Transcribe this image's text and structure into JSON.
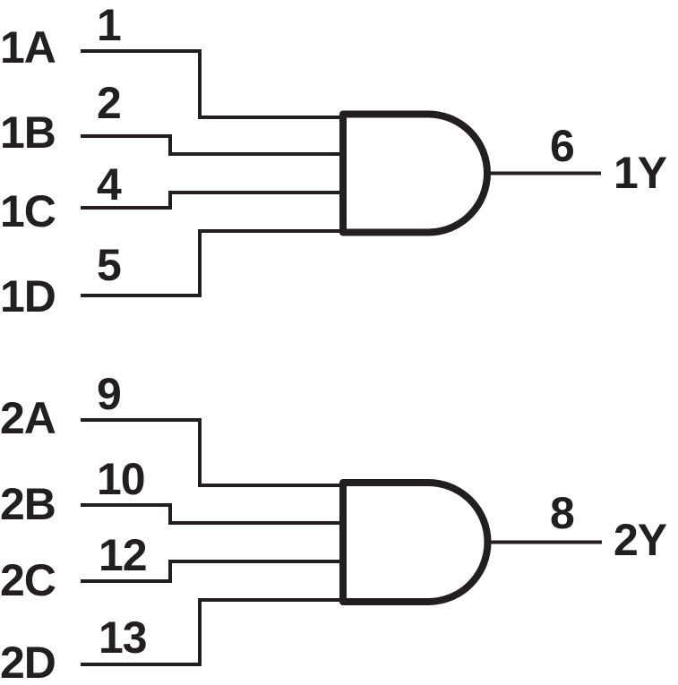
{
  "figure": {
    "symbol": "and-gate",
    "description_visible": ""
  },
  "colors": {
    "ink": "#231f20",
    "background": "#ffffff"
  },
  "gates": [
    {
      "id": "gate-1",
      "inputs": [
        {
          "name": "1A",
          "pin": "1"
        },
        {
          "name": "1B",
          "pin": "2"
        },
        {
          "name": "1C",
          "pin": "4"
        },
        {
          "name": "1D",
          "pin": "5"
        }
      ],
      "output": {
        "name": "1Y",
        "pin": "6"
      }
    },
    {
      "id": "gate-2",
      "inputs": [
        {
          "name": "2A",
          "pin": "9"
        },
        {
          "name": "2B",
          "pin": "10"
        },
        {
          "name": "2C",
          "pin": "12"
        },
        {
          "name": "2D",
          "pin": "13"
        }
      ],
      "output": {
        "name": "2Y",
        "pin": "8"
      }
    }
  ]
}
